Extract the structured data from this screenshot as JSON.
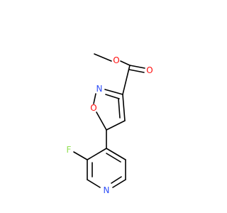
{
  "colors": {
    "carbon_bond": "#000000",
    "oxygen": "#ff0d0d",
    "nitrogen": "#3050f8",
    "fluorine": "#90e050"
  },
  "atoms": {
    "ester_oxygen": "O",
    "carbonyl_oxygen": "O",
    "ring_nitrogen": "N",
    "ring_oxygen": "O",
    "fluorine": "F",
    "pyridine_nitrogen": "N"
  }
}
